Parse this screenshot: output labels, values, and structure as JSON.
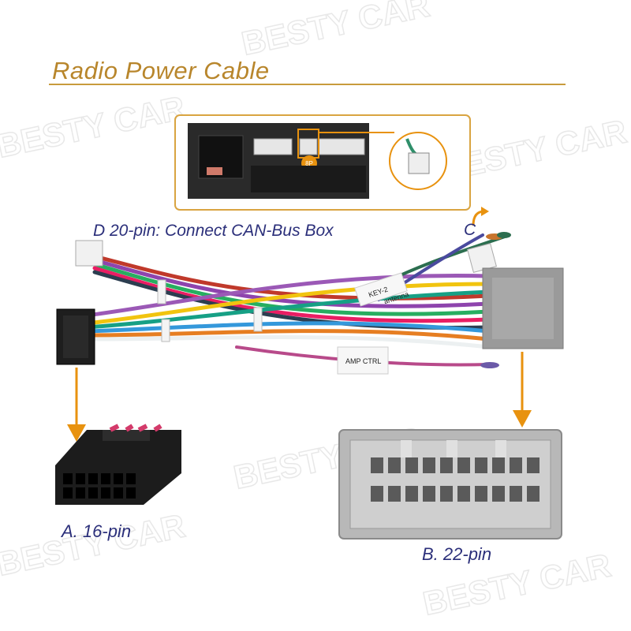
{
  "title": "Radio Power Cable",
  "labels": {
    "d": "D 20-pin: Connect CAN-Bus Box",
    "c": "C",
    "a": "A. 16-pin",
    "b": "B. 22-pin"
  },
  "tags": {
    "key": "KEY-2",
    "antenna": "antenna",
    "amp": "AMP CTRL",
    "pin_badge": "8P"
  },
  "watermark": "BESTY CAR",
  "colors": {
    "title": "#b8862c",
    "label": "#2b2f7a",
    "frame": "#d9a441",
    "arrow": "#e8920f",
    "connector_gray": "#9a9a9a",
    "connector_black": "#1e1e1e"
  }
}
